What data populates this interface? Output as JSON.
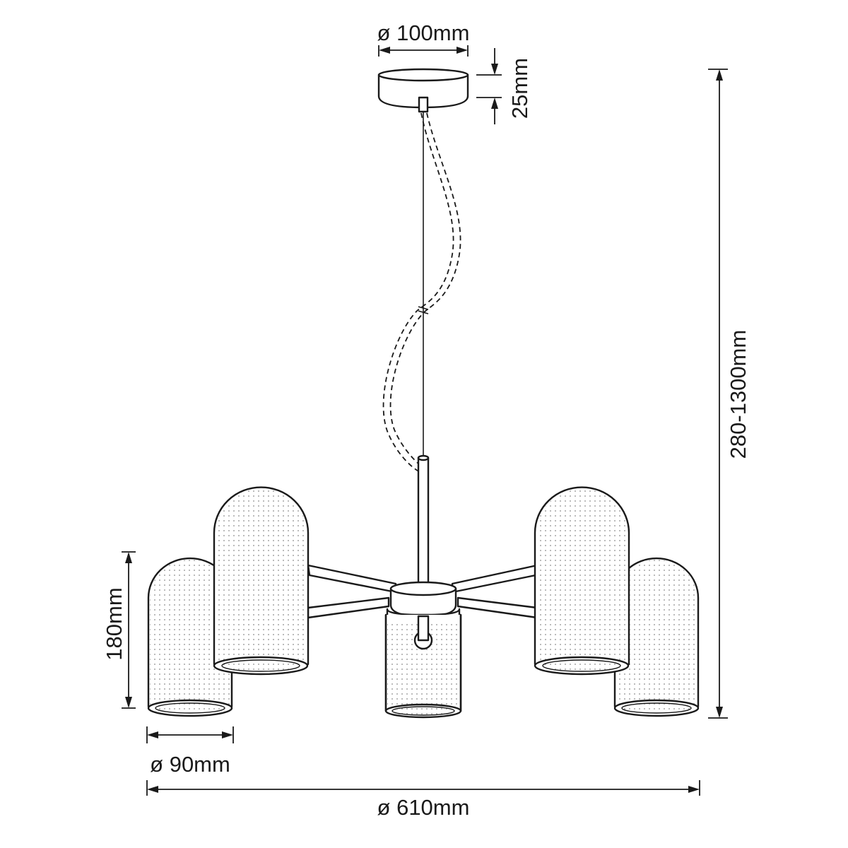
{
  "dimensions": {
    "canopy_diameter": "ø 100mm",
    "canopy_height": "25mm",
    "total_height": "280-1300mm",
    "shade_height": "180mm",
    "shade_diameter": "ø 90mm",
    "total_diameter": "ø 610mm"
  },
  "colors": {
    "line": "#1a1a1a",
    "background": "#ffffff"
  }
}
